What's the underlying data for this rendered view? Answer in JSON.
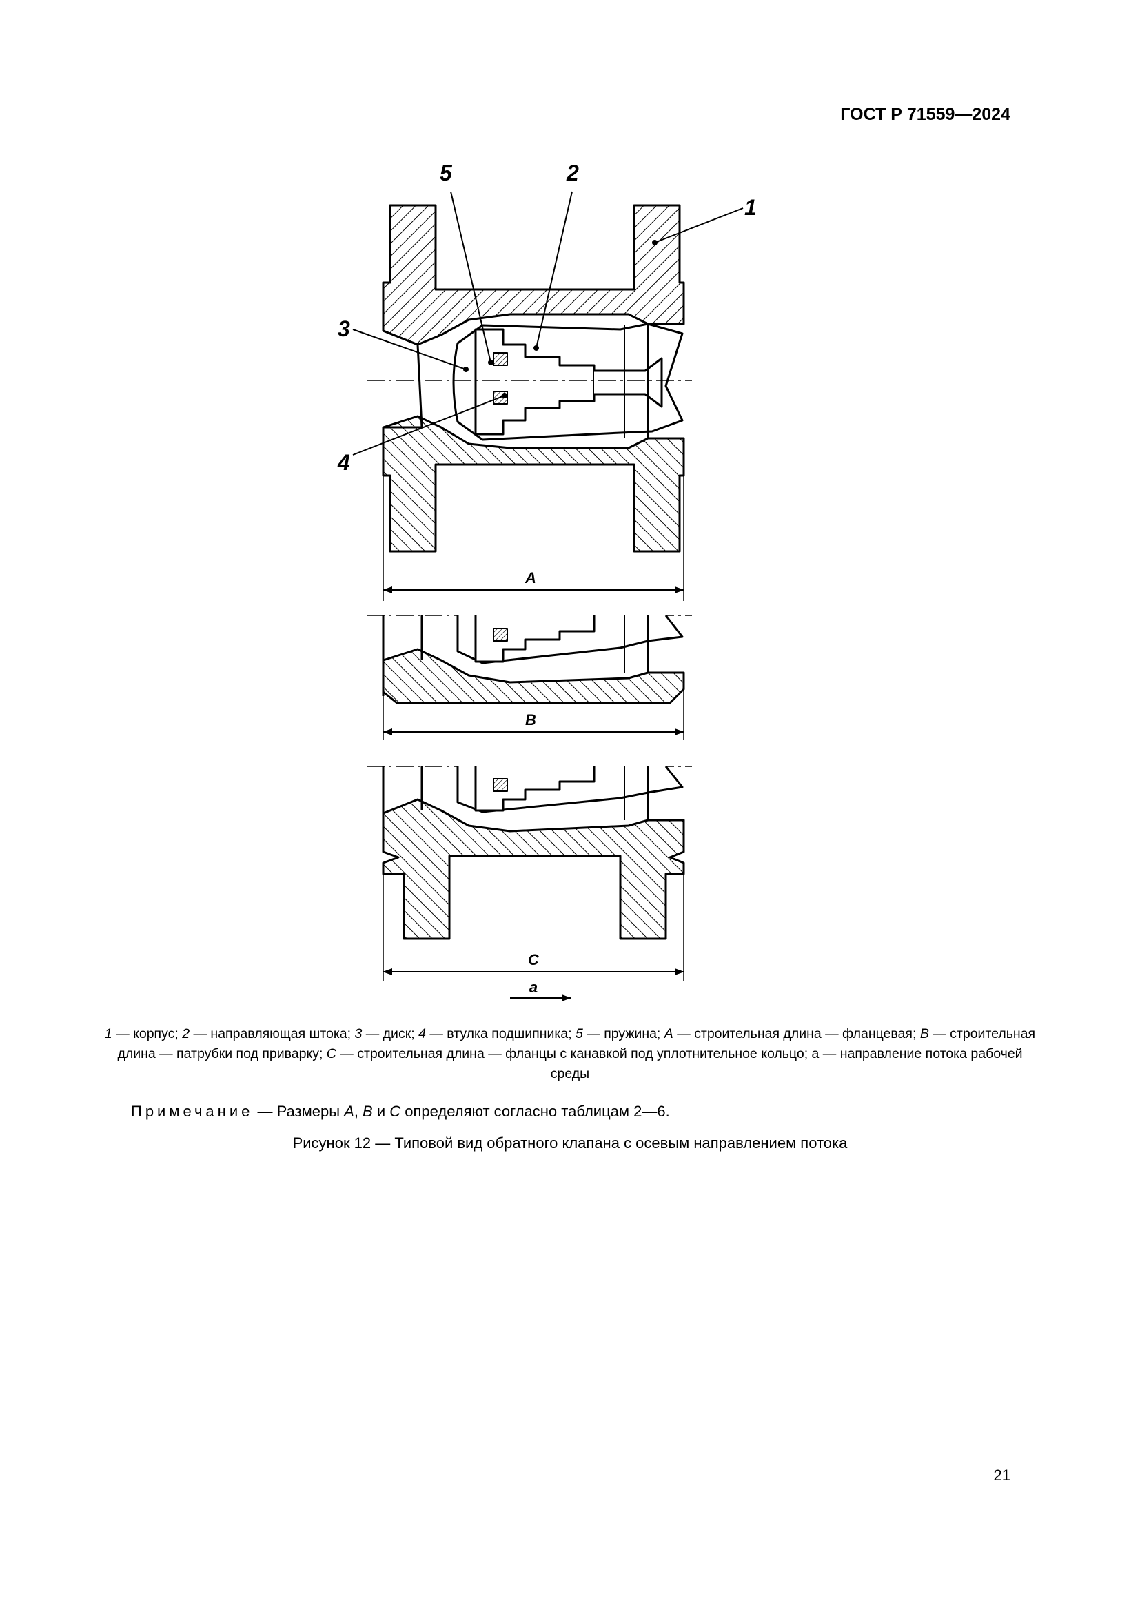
{
  "header": {
    "standard": "ГОСТ Р 71559—2024"
  },
  "figure": {
    "callouts": [
      "1",
      "2",
      "3",
      "4",
      "5"
    ],
    "dimensions": {
      "A": "A",
      "B": "B",
      "C": "C"
    },
    "flow_label": "a"
  },
  "legend": {
    "items": [
      {
        "key": "1",
        "text": " — корпус; "
      },
      {
        "key": "2",
        "text": " — направляющая штока; "
      },
      {
        "key": "3",
        "text": " — диск; "
      },
      {
        "key": "4",
        "text": " — втулка подшипника; "
      },
      {
        "key": "5",
        "text": " — пружина; "
      },
      {
        "key": "A",
        "text": " — строительная длина — фланцевая; "
      },
      {
        "key": "B",
        "text": " — строительная длина — патрубки под приварку; "
      },
      {
        "key": "C",
        "text": " — строительная длина — фланцы с канавкой под уплотнительное кольцо; а — направление потока рабочей среды"
      }
    ]
  },
  "note": {
    "label": "Примечание",
    "dash": " — ",
    "t1": "Размеры ",
    "A": "A",
    "sep1": ", ",
    "B": "B",
    "sep2": " и ",
    "C": "C",
    "t2": " определяют согласно таблицам 2—6."
  },
  "caption": "Рисунок 12 — Типовой вид обратного клапана с осевым направлением потока",
  "page_number": "21"
}
